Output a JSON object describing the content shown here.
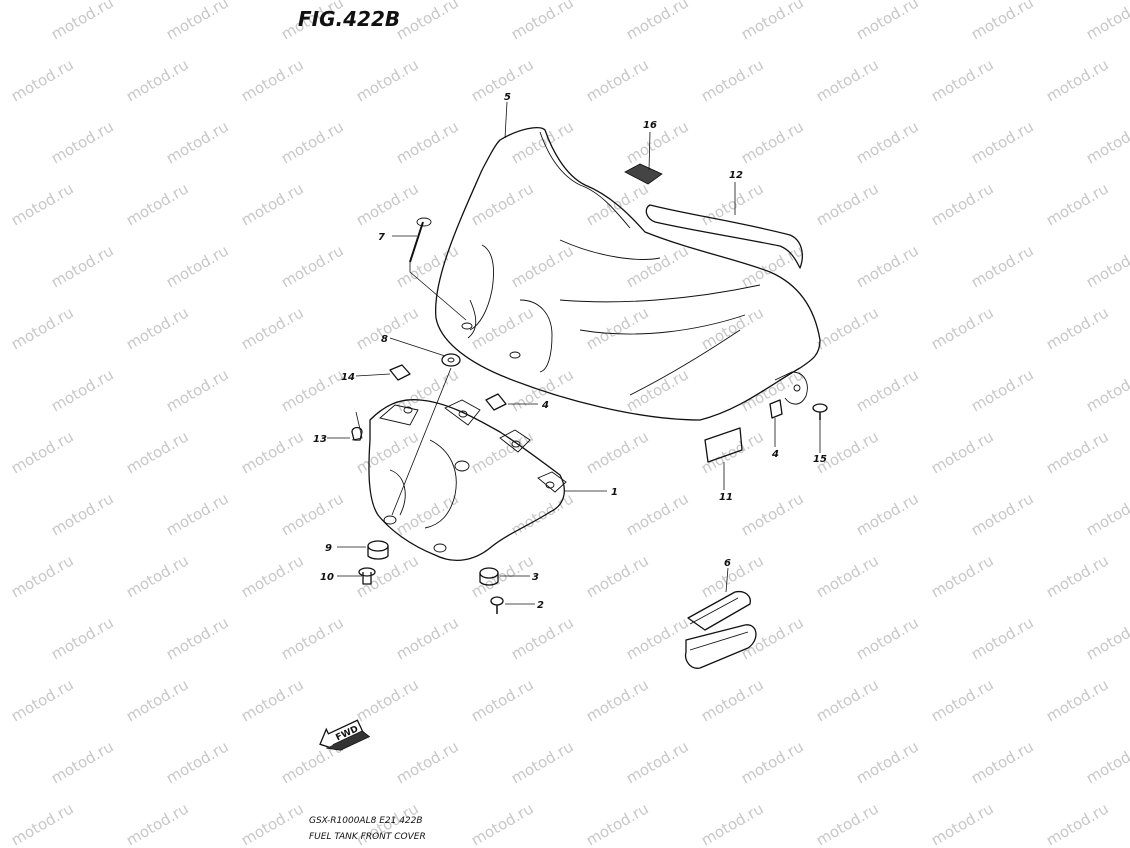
{
  "figure_title": "FIG.422B",
  "watermark": "motod.ru",
  "footer": {
    "model_line": "GSX-R1000AL8  E21  422B",
    "name_line": "FUEL TANK FRONT COVER"
  },
  "fwd_label": "FWD",
  "callouts": [
    "1",
    "2",
    "3",
    "4",
    "4",
    "5",
    "6",
    "7",
    "8",
    "9",
    "10",
    "11",
    "12",
    "13",
    "14",
    "15",
    "16"
  ]
}
